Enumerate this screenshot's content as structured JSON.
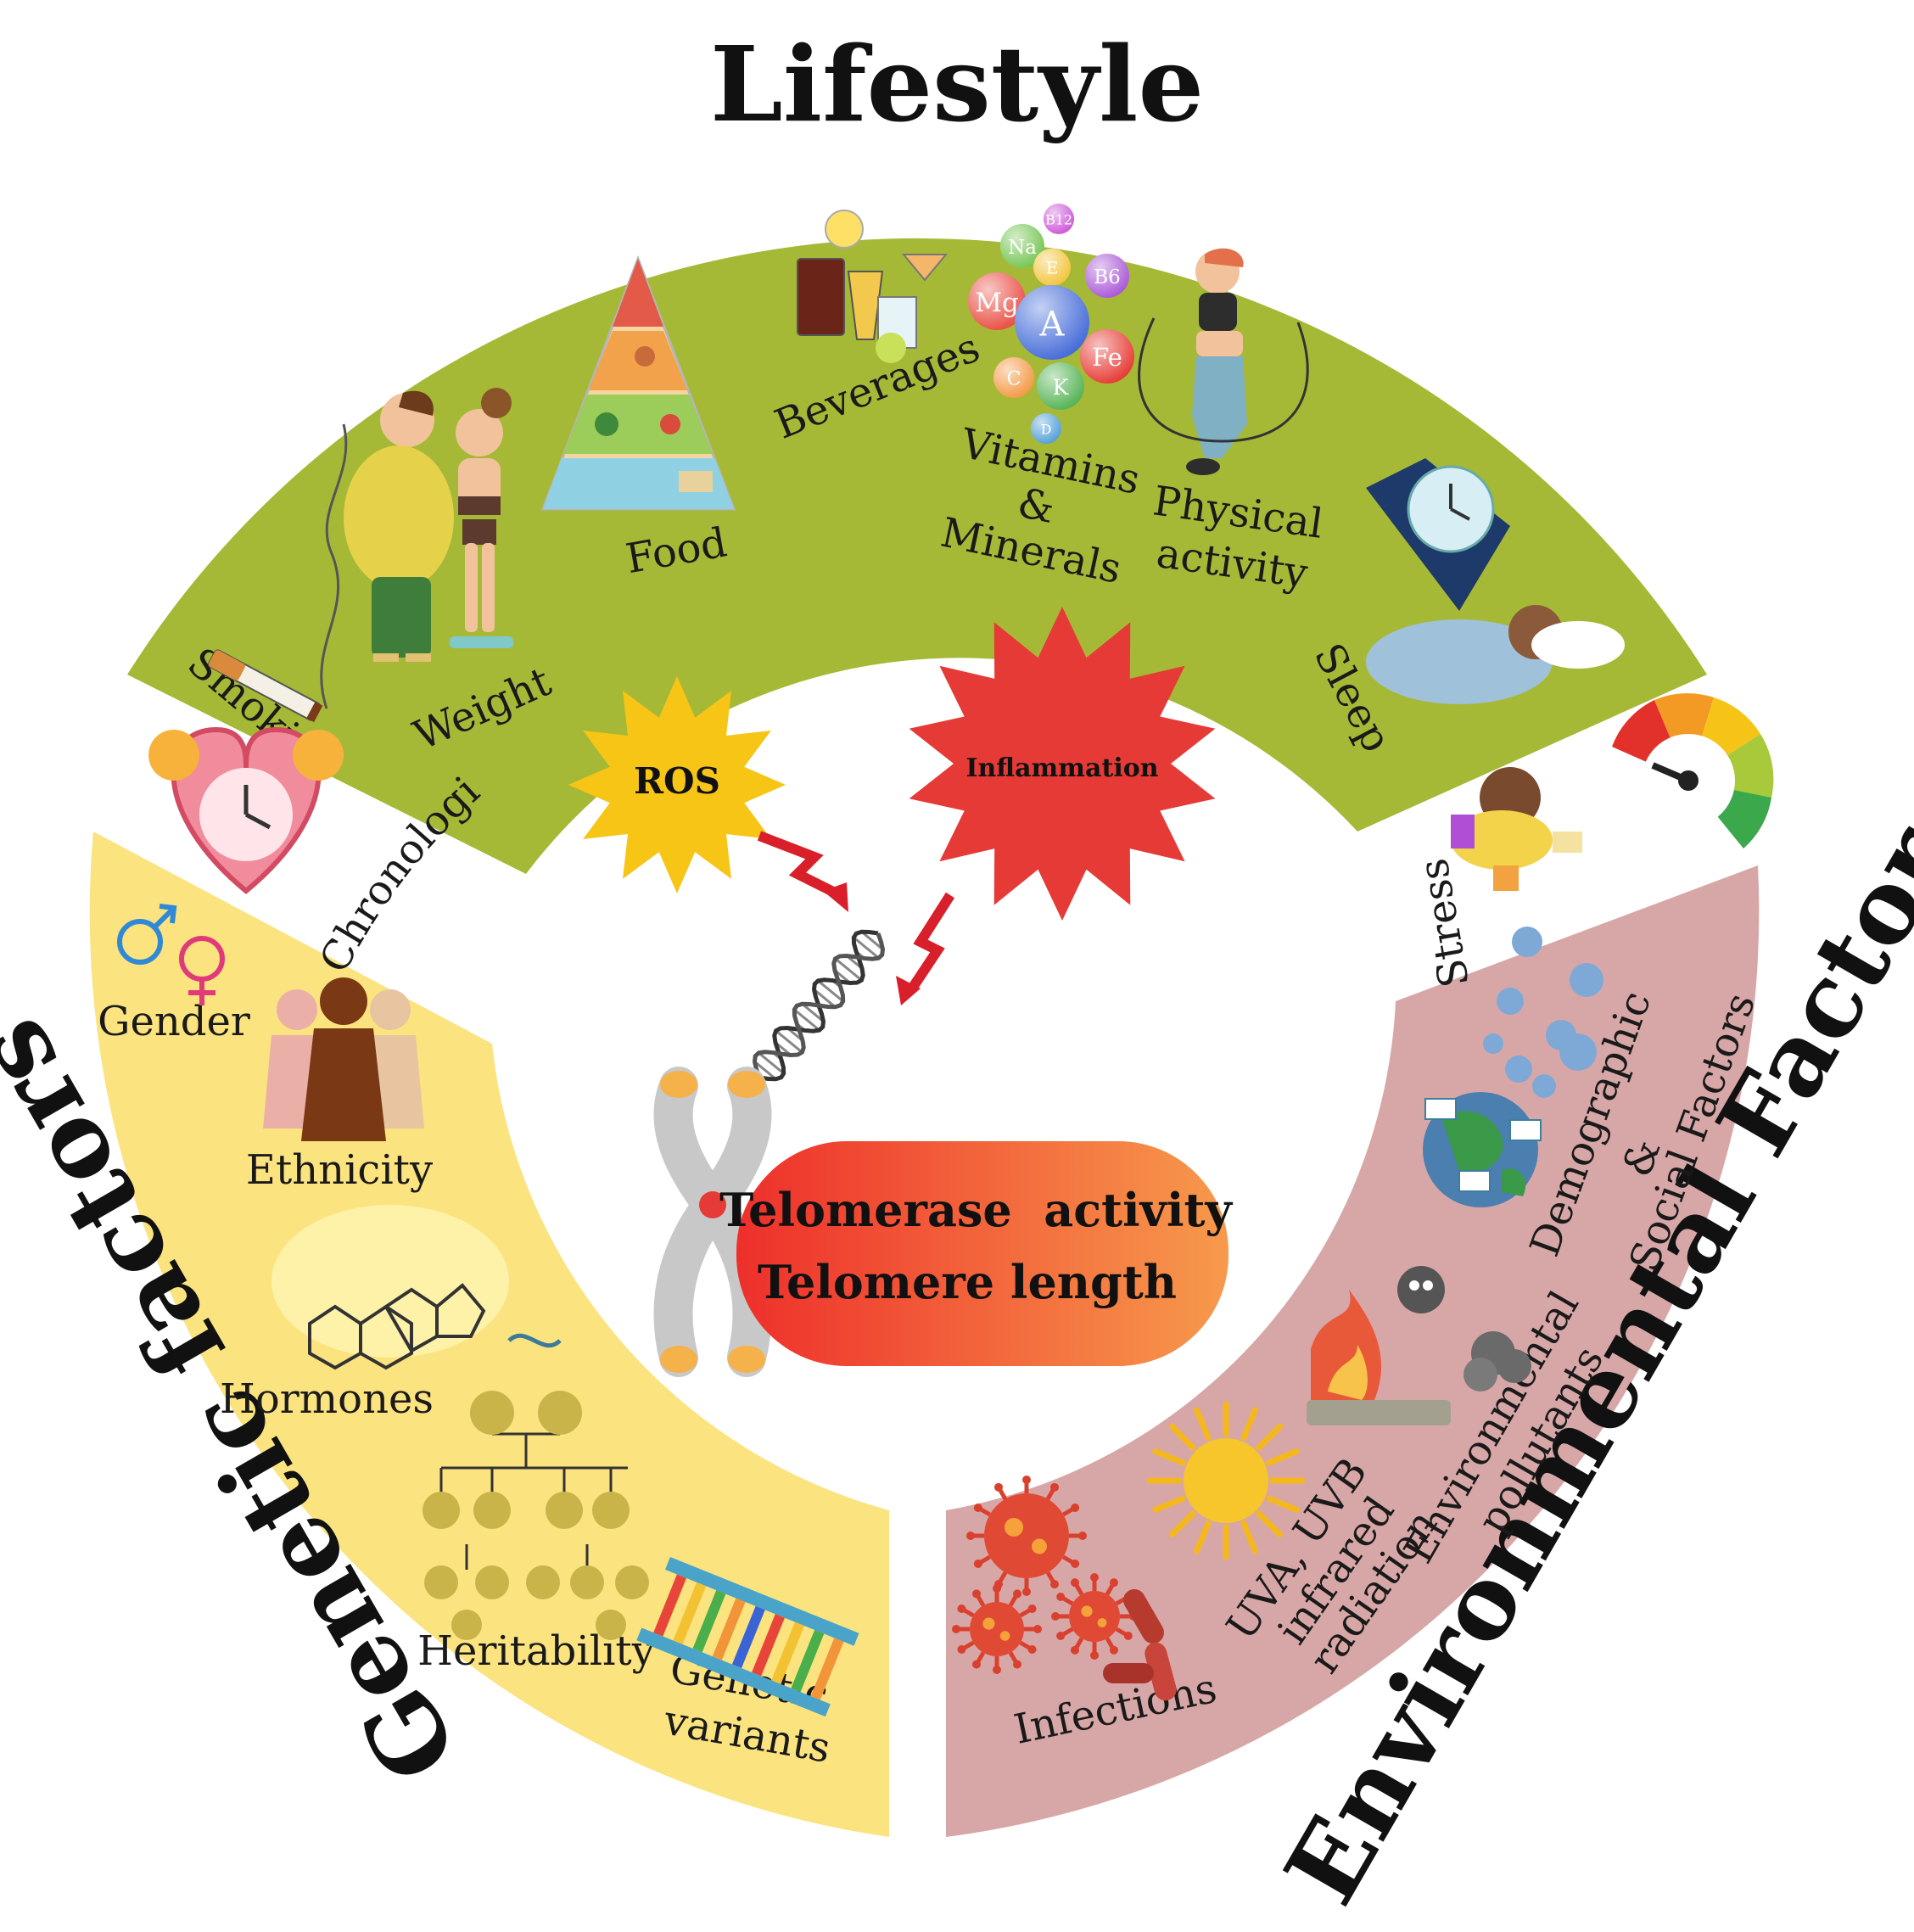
{
  "sections": {
    "lifestyle": {
      "title": "Lifestyle",
      "color": "#a6b936",
      "items": {
        "smoking": "Smoking",
        "weight": "Weight",
        "food": "Food",
        "beverages": "Beverages",
        "vitamins_1": "Vitamins",
        "vitamins_2": "&",
        "vitamins_3": "Minerals",
        "physical_1": "Physical",
        "physical_2": "activity",
        "sleep": "Sleep"
      }
    },
    "genetic": {
      "title": "Genetic factors",
      "color": "#fbe37f",
      "items": {
        "gender": "Gender",
        "ethnicity": "Ethnicity",
        "hormones": "Hormones",
        "heritability": "Heritability",
        "variants_1": "Genetic",
        "variants_2": "variants"
      }
    },
    "environmental": {
      "title": "Environmental Factors",
      "color": "#d7a7a7",
      "items": {
        "demographic_1": "Demographic",
        "demographic_2": "&",
        "demographic_3": "Social Factors",
        "pollutants_1": "Environmental",
        "pollutants_2": "pollutants",
        "uv_1": "UVA, UVB",
        "uv_2": "infrared",
        "uv_3": "radiation",
        "infections": "Infections"
      }
    }
  },
  "gap_labels": {
    "chronological_age": "Chronological age",
    "stress": "Stress"
  },
  "center": {
    "ros": "ROS",
    "inflammation": "Inflammation",
    "telomerase": "Telomerase  activity",
    "telomere": "Telomere length"
  },
  "vitamins": {
    "b12": "B12",
    "na": "Na",
    "e": "E",
    "b6": "B6",
    "mg": "Mg",
    "a": "A",
    "fe": "Fe",
    "c": "C",
    "k": "K",
    "d": "D"
  },
  "colors": {
    "ros": "#f7c516",
    "inflammation": "#e53a36",
    "arrow": "#d9202a",
    "pill_start": "#ee2f2b",
    "pill_end": "#f79a4c"
  }
}
